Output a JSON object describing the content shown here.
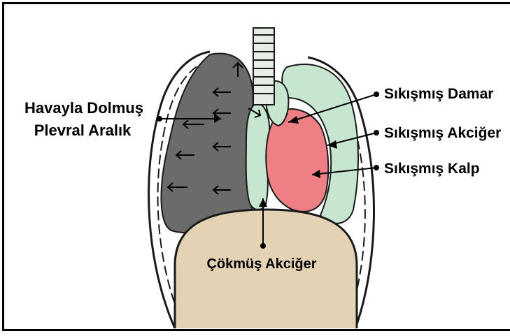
{
  "labels": {
    "pleural_space_line1": "Havayla Dolmuş",
    "pleural_space_line2": "Plevral Aralık",
    "compressed_vessel": "Sıkışmış Damar",
    "compressed_lung": "Sıkışmış Akciğer",
    "compressed_heart": "Sıkışmış Kalp",
    "collapsed_lung": "Çökmüş Akciğer"
  },
  "colors": {
    "air_space": "#6b6b6b",
    "lung": "#c7e6cf",
    "heart": "#ee7f84",
    "diaphragm": "#e4d2b4",
    "outline": "#1a1a1a"
  }
}
